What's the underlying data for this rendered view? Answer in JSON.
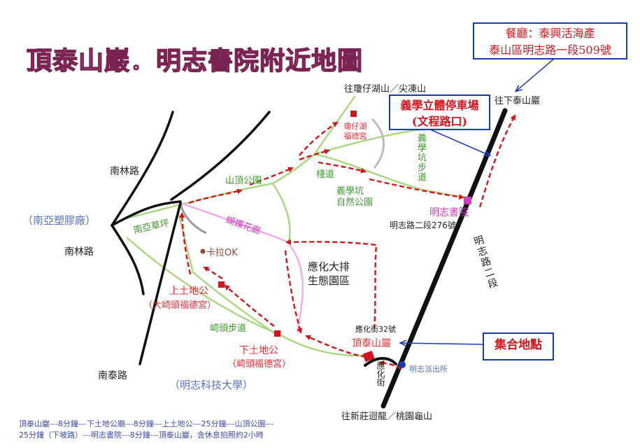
{
  "title": "頂泰山巖．明志書院附近地圖",
  "boxes": {
    "restaurant": {
      "line1": "餐廳：泰興活海產",
      "line2": "泰山區明志路一段509號"
    },
    "parking": {
      "line1": "義學立體停車場",
      "line2": "(文程路口)"
    },
    "meeting": {
      "label": "集合地點"
    }
  },
  "places": {
    "to_xiataishan": "往下泰山巖",
    "to_qiongzai": "往瓊仔湖山／尖凍山",
    "qiongzai_temple": "瓊仔湖福德宮",
    "yixuekeng_trail": "義學坑步道",
    "shanding_park": "山頂公園",
    "zhan_dao": "棧道",
    "yixuekeng_park_1": "義學坑",
    "yixuekeng_park_2": "自然公園",
    "mingzhi_academy": "明志書院",
    "mingzhi_academy_addr": "明志路二段276號",
    "mingzhi_road_2": "明志路二段",
    "nanlin_road_top": "南林路",
    "nanlin_road_mid": "南林路",
    "nanya_plastics": "（南亞塑膠廠）",
    "nanya_lawn": "南亞草坪",
    "butterfly_corridor": "蝴蝶花廊",
    "karaoke": "卡拉OK",
    "yinghua_eco_1": "應化大排",
    "yinghua_eco_2": "生態園區",
    "upper_tudi_1": "上土地公",
    "upper_tudi_2": "（大崎頭福德宮）",
    "qitou_trail": "崎頭步道",
    "lower_tudi_1": "下土地公",
    "lower_tudi_2": "（崎頭福德宮）",
    "yinghua_st_32": "應化街32號",
    "dingtaishan": "頂泰山巖",
    "mingzhi_police": "明志派出所",
    "yinghua_street": "應化街",
    "nantai_road": "南泰路",
    "mingzhi_univ": "（明志科技大學）",
    "to_xinzhuang": "往新莊迴龍／桃園龜山"
  },
  "footer": {
    "line1": "頂泰山巖---8分鐘---下土地公廟---8分鐘---上土地公---25分鐘---山頂公園---",
    "line2": "25分鐘（下坡路）---明志書院---8分鐘---頂泰山巖，含休息拍照約2小時"
  },
  "colors": {
    "title_fill": "#e6a5c7",
    "title_stroke": "#7a2252",
    "route": "#d2161e",
    "trail": "#a9d67c",
    "butterfly_path": "#f5a8ea",
    "road": "#111111",
    "box_border": "#1a3bb0",
    "label_red": "#e0323a",
    "label_green": "#3d9a2c",
    "label_blue": "#5a74b8",
    "label_pink": "#d23cbf",
    "label_brown": "#8b4a3a",
    "footer_text": "#3a4aa8"
  }
}
